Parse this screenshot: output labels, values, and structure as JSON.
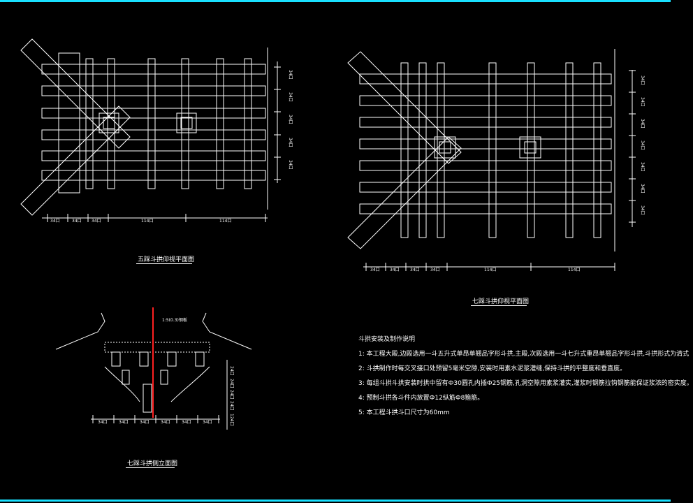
{
  "drawing_titles": {
    "five_plan": "五踩斗拱仰视平面图",
    "seven_plan": "七踩斗拱仰视平面图",
    "seven_elev": "七踩斗拱侧立面图"
  },
  "dims": {
    "five_bottom": [
      "34口",
      "34口",
      "34口",
      "114口",
      "114口"
    ],
    "five_right": [
      "34口",
      "34口",
      "34口",
      "34口",
      "34口"
    ],
    "seven_bottom": [
      "34口",
      "34口",
      "34口",
      "34口",
      "114口",
      "114口"
    ],
    "seven_right": [
      "34口",
      "34口",
      "34口",
      "34口",
      "34口",
      "34口",
      "34口"
    ],
    "elev_bottom": [
      "34口",
      "34口",
      "34口",
      "34口",
      "34口",
      "34口"
    ],
    "elev_right": [
      "24口",
      "24口",
      "24口",
      "24口",
      "124口"
    ]
  },
  "notes": {
    "heading": "斗拱安装及制作说明",
    "items": [
      "1: 本工程大殿,边殿选用一斗五升式单昂单翘品字形斗拱,主殿,次殿选用一斗七升式重昂单翘品字形斗拱,斗拱形式为清式",
      "2: 斗拱制作时每交叉接口处预留5毫米空隙,安装时用素水泥浆灌缝,保持斗拱的平整度和垂直度。",
      "3: 每组斗拱斗拱安装时拱中留有Ф30圆孔内插Ф25钢筋,孔洞空隙用素浆灌实,灌浆时钢筋拉钩钢筋能保证浆浓的密实度。",
      "4: 预制斗拱各斗件内放置Ф12纵筋Ф8箍筋。",
      "5: 本工程斗拱斗口尺寸为60mm"
    ]
  },
  "labels": {
    "elev_top": "1:5(0.3)钢板"
  }
}
